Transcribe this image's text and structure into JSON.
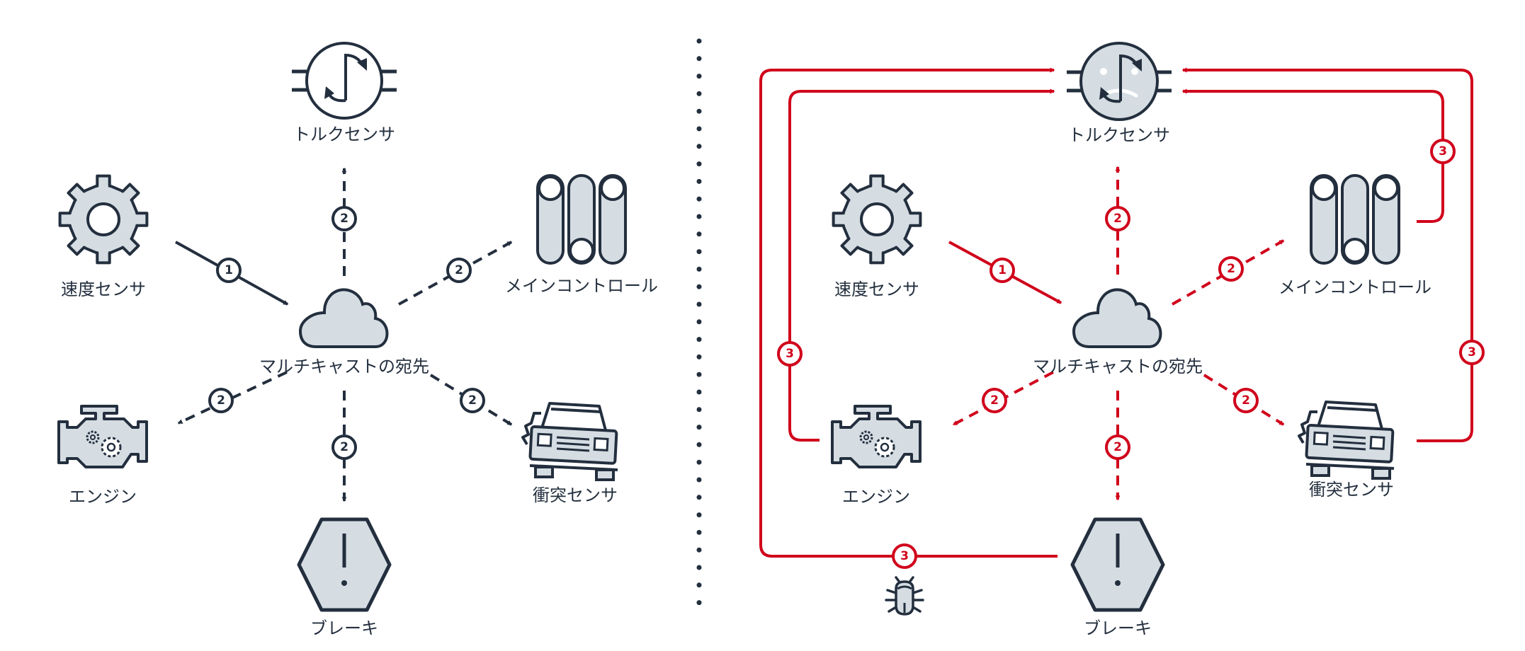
{
  "colors": {
    "ink": "#232f3e",
    "icon_fill": "#d5dde3",
    "error_red": "#d0021b",
    "background": "#ffffff"
  },
  "panels": [
    {
      "id": "normal",
      "state": "normal",
      "nodes": {
        "speed_sensor": {
          "label": "速度センサ",
          "icon": "gear-icon"
        },
        "multicast": {
          "label": "マルチキャストの宛先",
          "icon": "cloud-icon"
        },
        "torque_sensor": {
          "label": "トルクセンサ",
          "icon": "torque-sensor-icon"
        },
        "main_control": {
          "label": "メインコントロール",
          "icon": "cylinders-icon"
        },
        "engine": {
          "label": "エンジン",
          "icon": "engine-icon"
        },
        "brake": {
          "label": "ブレーキ",
          "icon": "warning-hexagon-icon"
        },
        "crash_sensor": {
          "label": "衝突センサ",
          "icon": "crashed-car-icon"
        }
      },
      "edges": [
        {
          "from": "speed_sensor",
          "to": "multicast",
          "step": "1",
          "style": "solid"
        },
        {
          "from": "multicast",
          "to": "torque_sensor",
          "step": "2",
          "style": "dashed"
        },
        {
          "from": "multicast",
          "to": "main_control",
          "step": "2",
          "style": "dashed"
        },
        {
          "from": "multicast",
          "to": "engine",
          "step": "2",
          "style": "dashed"
        },
        {
          "from": "multicast",
          "to": "brake",
          "step": "2",
          "style": "dashed"
        },
        {
          "from": "multicast",
          "to": "crash_sensor",
          "step": "2",
          "style": "dashed"
        }
      ]
    },
    {
      "id": "faulty",
      "state": "torque sensor overloaded",
      "nodes": {
        "speed_sensor": {
          "label": "速度センサ",
          "icon": "gear-icon"
        },
        "multicast": {
          "label": "マルチキャストの宛先",
          "icon": "cloud-icon"
        },
        "torque_sensor": {
          "label": "トルクセンサ",
          "icon": "sad-torque-sensor-icon"
        },
        "main_control": {
          "label": "メインコントロール",
          "icon": "cylinders-icon"
        },
        "engine": {
          "label": "エンジン",
          "icon": "engine-icon"
        },
        "brake": {
          "label": "ブレーキ",
          "icon": "warning-hexagon-icon"
        },
        "crash_sensor": {
          "label": "衝突センサ",
          "icon": "crashed-car-icon"
        },
        "bug": {
          "label": "",
          "icon": "bug-icon"
        }
      },
      "edges": [
        {
          "from": "speed_sensor",
          "to": "multicast",
          "step": "1",
          "style": "solid"
        },
        {
          "from": "multicast",
          "to": "torque_sensor",
          "step": "2",
          "style": "dashed"
        },
        {
          "from": "multicast",
          "to": "main_control",
          "step": "2",
          "style": "dashed"
        },
        {
          "from": "multicast",
          "to": "engine",
          "step": "2",
          "style": "dashed"
        },
        {
          "from": "multicast",
          "to": "brake",
          "step": "2",
          "style": "dashed"
        },
        {
          "from": "multicast",
          "to": "crash_sensor",
          "step": "2",
          "style": "dashed"
        },
        {
          "from": "engine",
          "to": "torque_sensor",
          "step": "3",
          "style": "solid"
        },
        {
          "from": "brake",
          "to": "torque_sensor",
          "step": "3",
          "style": "solid"
        },
        {
          "from": "main_control",
          "to": "torque_sensor",
          "step": "3",
          "style": "solid"
        },
        {
          "from": "crash_sensor",
          "to": "torque_sensor",
          "step": "3",
          "style": "solid"
        }
      ]
    }
  ]
}
